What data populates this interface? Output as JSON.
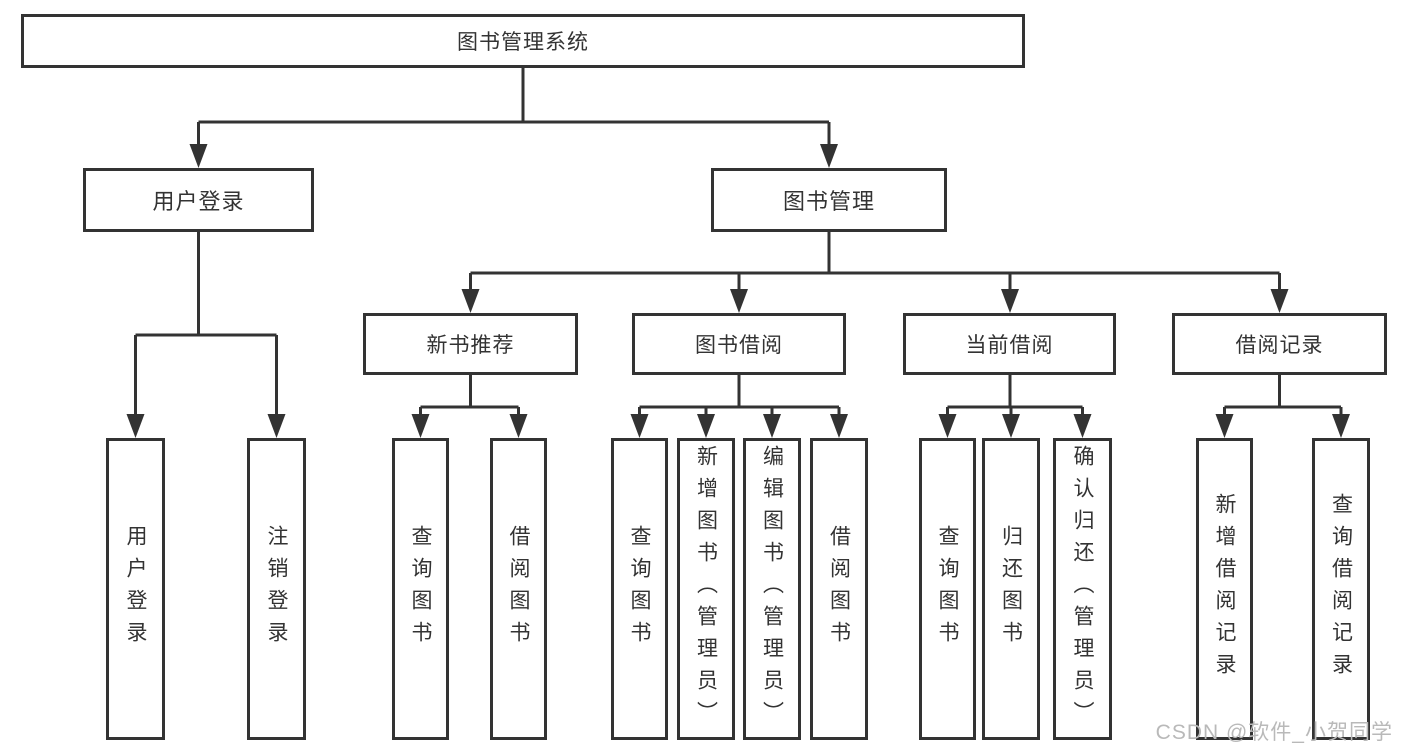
{
  "tree": {
    "root": "图书管理系统",
    "branches": [
      {
        "label": "用户登录",
        "children": [
          "用户登录",
          "注销登录"
        ]
      },
      {
        "label": "图书管理",
        "sections": [
          {
            "label": "新书推荐",
            "children": [
              "查询图书",
              "借阅图书"
            ]
          },
          {
            "label": "图书借阅",
            "children": [
              "查询图书",
              "新增图书（管理员）",
              "编辑图书（管理员）",
              "借阅图书"
            ]
          },
          {
            "label": "当前借阅",
            "children": [
              "查询图书",
              "归还图书",
              "确认归还（管理员）"
            ]
          },
          {
            "label": "借阅记录",
            "children": [
              "新增借阅记录",
              "查询借阅记录"
            ]
          }
        ]
      }
    ]
  },
  "watermark": {
    "text": "CSDN @软件_小贺同学"
  },
  "colors": {
    "line": "#333333",
    "text": "#333333",
    "box_background": "#ffffff",
    "watermark": "#b9b9b9",
    "background": "#ffffff"
  }
}
